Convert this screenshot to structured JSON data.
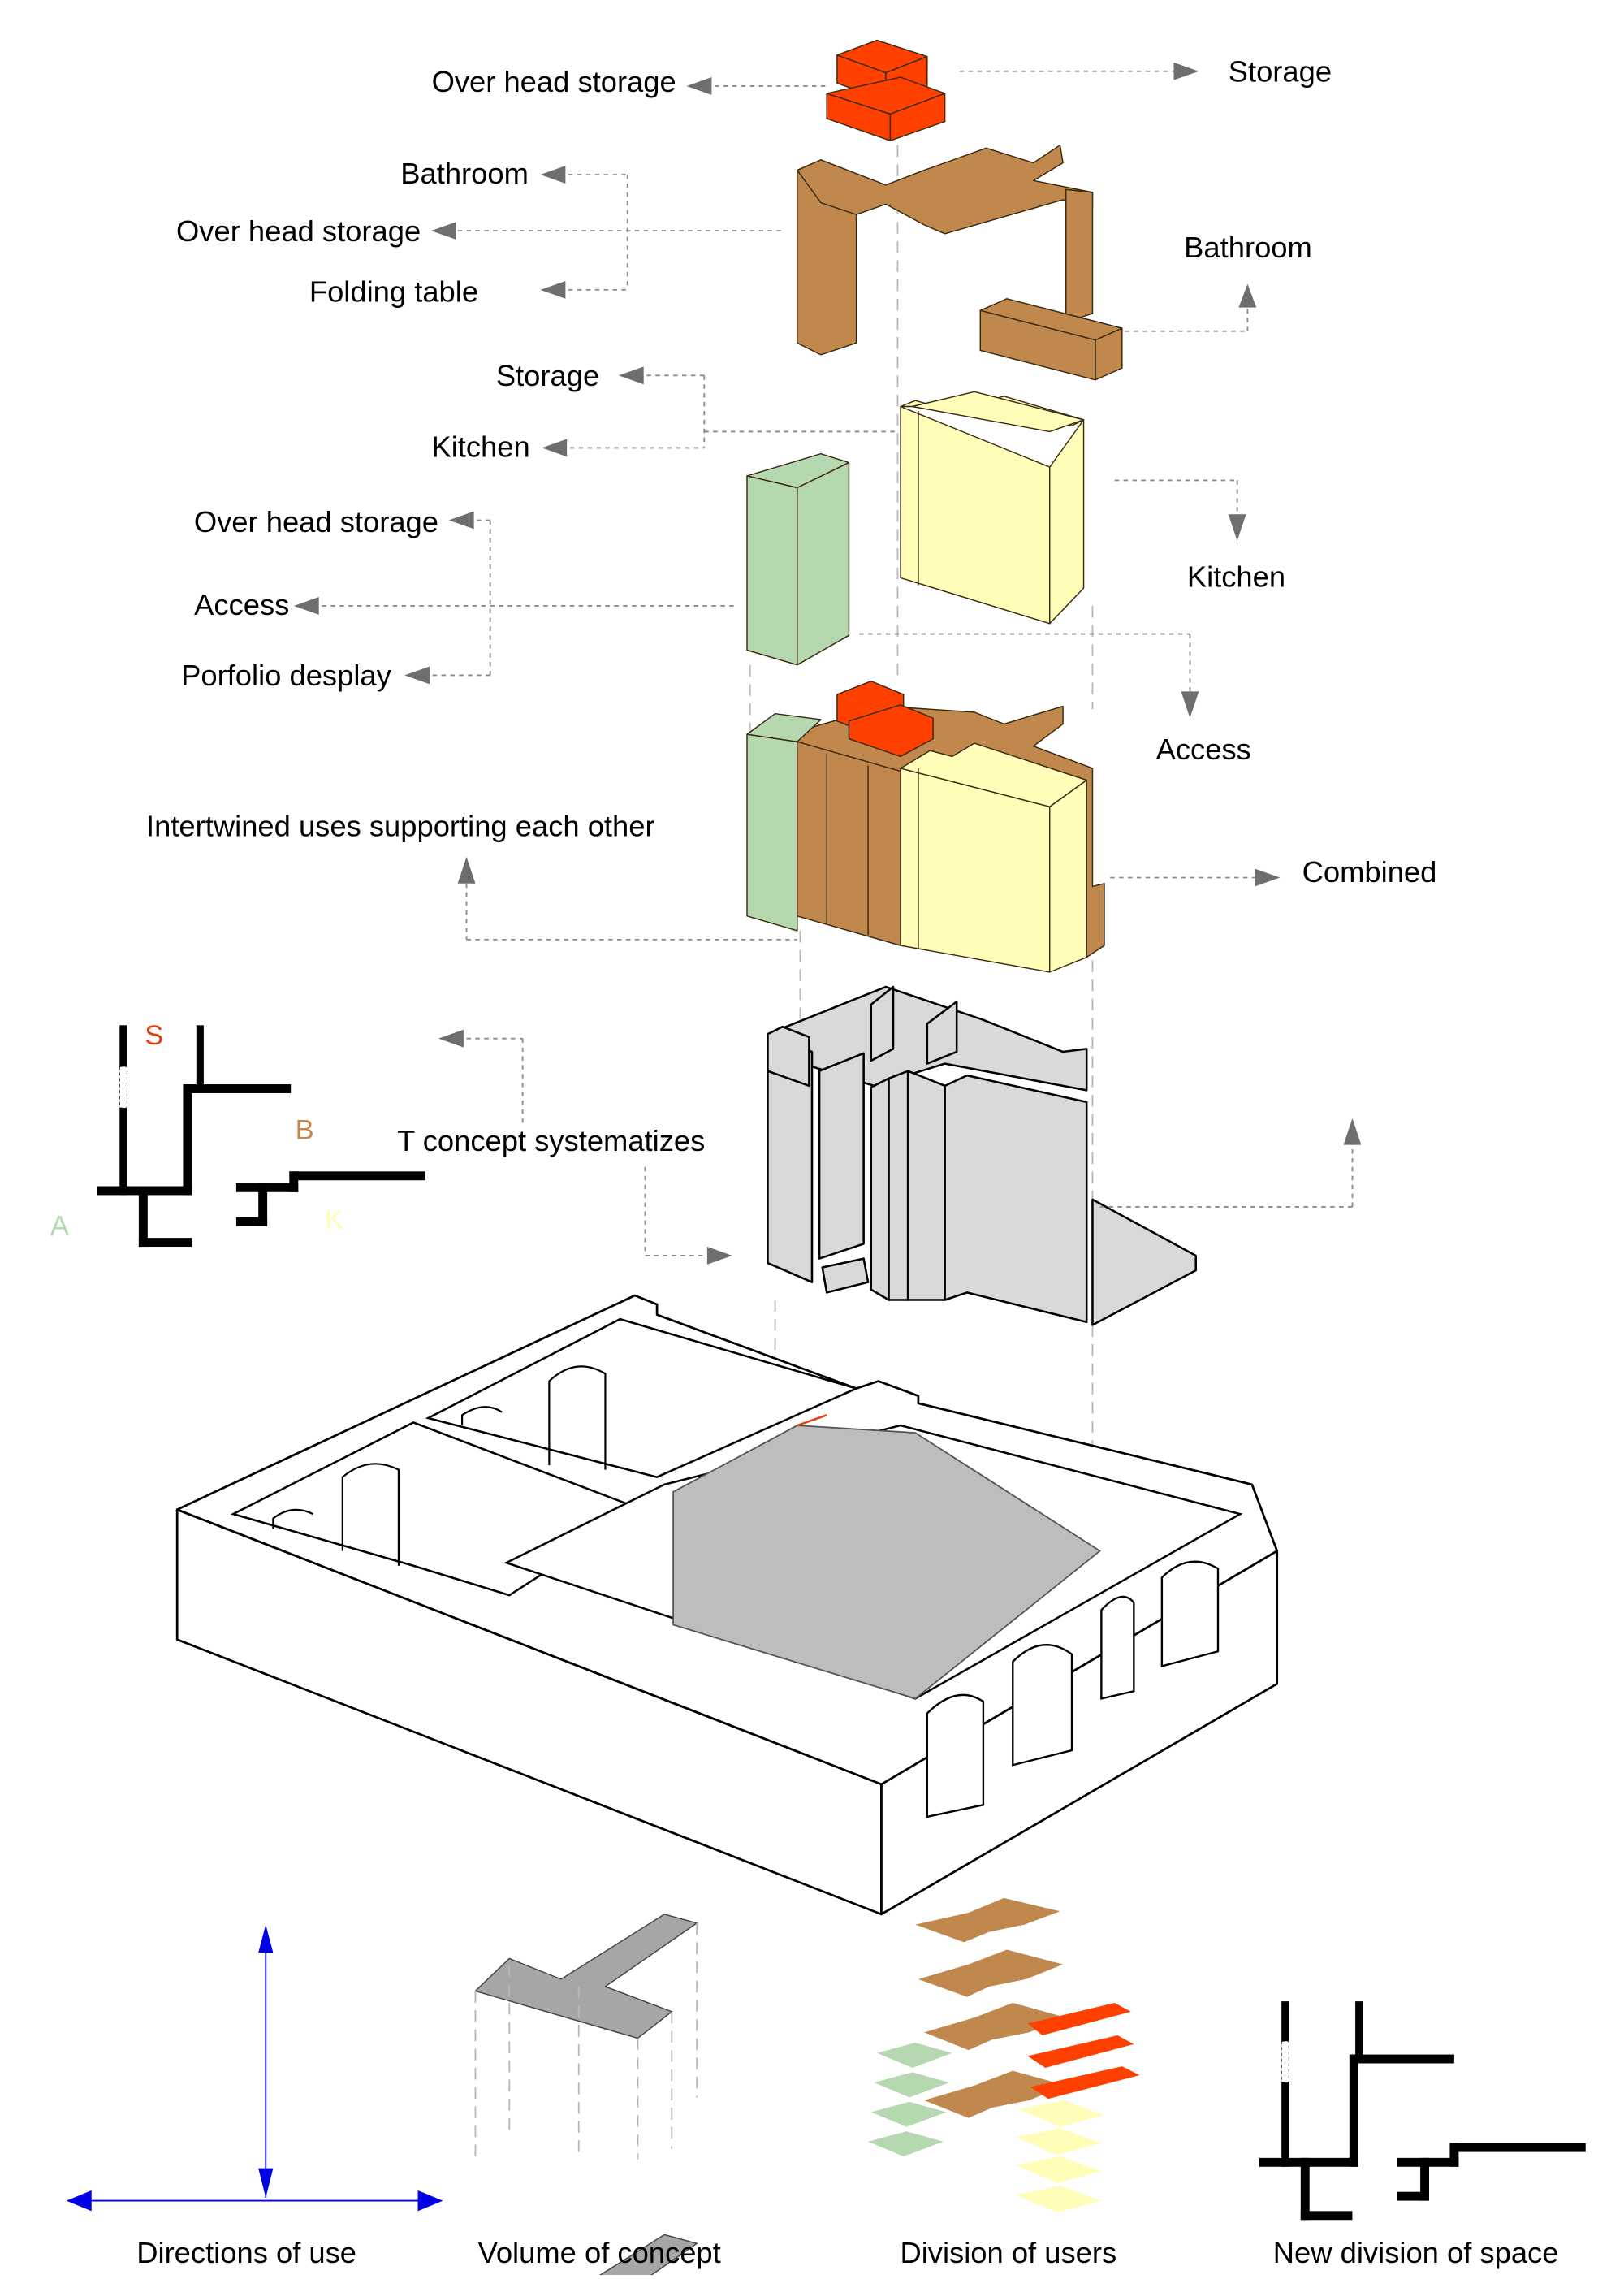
{
  "colors": {
    "storage": "#FF4000",
    "bathroom": "#C0884C",
    "kitchen": "#FFFDB8",
    "access": "#B5D8B0",
    "concept": "#D9D9D9",
    "concept_plan": "#A6A6A6",
    "direction_arrows": "#0000E6",
    "leader": "#6E6E6E"
  },
  "storage_block": {
    "left_label": "Over head storage",
    "right_label": "Storage"
  },
  "bathroom_block": {
    "left_labels": [
      "Bathroom",
      "Over head storage",
      "Folding table"
    ],
    "right_label": "Bathroom"
  },
  "kitchen_block": {
    "left_labels": [
      "Storage",
      "Kitchen"
    ],
    "right_label": "Kitchen"
  },
  "access_block": {
    "left_labels": [
      "Over head storage",
      "Access",
      "Porfolio desplay"
    ],
    "right_label": "Access"
  },
  "combined_block": {
    "left_label": "Intertwined uses supporting each other",
    "right_label": "Combined"
  },
  "t_concept": {
    "label": "T concept systematizes",
    "zone_letters": {
      "storage": "S",
      "bathroom": "B",
      "access": "A",
      "kitchen": "K"
    }
  },
  "legend": {
    "directions": "Directions of use",
    "volume": "Volume of concept",
    "division_users": "Division of users",
    "new_division": "New division of space"
  }
}
